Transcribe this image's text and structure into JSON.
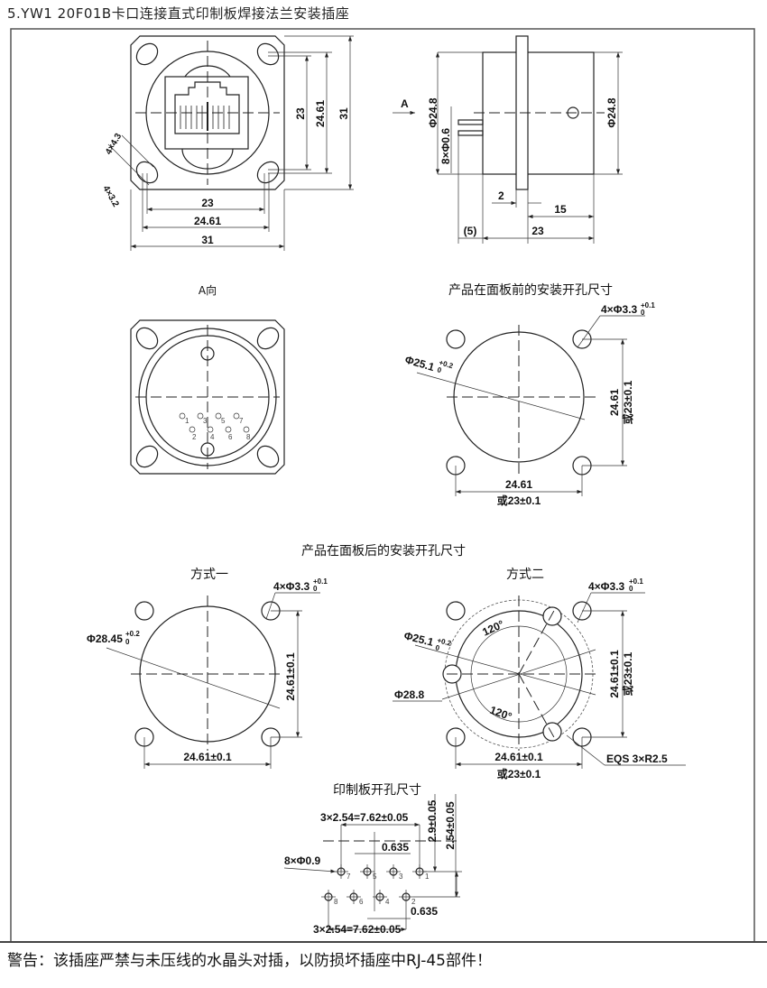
{
  "title": "5.YW1 20F01B卡口连接直式印制板焊接法兰安装插座",
  "warning": "警告：该插座严禁与未压线的水晶头对插，以防损坏插座中RJ-45部件！",
  "front_view": {
    "dim_v_inner": "23",
    "dim_v_mid": "24.61",
    "dim_v_outer": "31",
    "dim_h_inner": "23",
    "dim_h_mid": "24.61",
    "dim_h_outer": "31",
    "slot_spec_1": "4×4.3",
    "slot_spec_2": "4×3.2"
  },
  "side_view": {
    "arrow_label": "A",
    "dia_left": "Φ24.8",
    "pin_spec": "8×Φ0.6",
    "dia_right": "Φ24.8",
    "flange": "2",
    "front_len": "15",
    "body_len": "23",
    "pin_len": "(5)"
  },
  "a_view": {
    "label": "A向",
    "pins": [
      "1",
      "2",
      "3",
      "4",
      "5",
      "6",
      "7",
      "8"
    ]
  },
  "front_cutout": {
    "title": "产品在面板前的安装开孔尺寸",
    "hole_spec": "4×Φ3.3",
    "hole_tol_upper": "+0.1",
    "hole_tol_lower": "0",
    "dia": "Φ25.1",
    "dia_tol_upper": "+0.2",
    "dia_tol_lower": "0",
    "dim_v": "24.61",
    "dim_v_alt": "或23±0.1",
    "dim_h": "24.61",
    "dim_h_alt": "或23±0.1"
  },
  "rear_cutout": {
    "title": "产品在面板后的安装开孔尺寸",
    "method1": {
      "label": "方式一",
      "hole_spec": "4×Φ3.3",
      "hole_tol_upper": "+0.1",
      "hole_tol_lower": "0",
      "dia": "Φ28.45",
      "dia_tol_upper": "+0.2",
      "dia_tol_lower": "0",
      "dim_v": "24.61±0.1",
      "dim_h": "24.61±0.1"
    },
    "method2": {
      "label": "方式二",
      "hole_spec": "4×Φ3.3",
      "hole_tol_upper": "+0.1",
      "hole_tol_lower": "0",
      "dia": "Φ25.1",
      "dia_tol_upper": "+0.2",
      "dia_tol_lower": "0",
      "outer_dia": "Φ28.8",
      "angle_1": "120°",
      "angle_2": "120°",
      "notch": "EQS 3×R2.5",
      "dim_v": "24.61±0.1",
      "dim_v_alt": "或23±0.1",
      "dim_h": "24.61±0.1",
      "dim_h_alt": "或23±0.1"
    }
  },
  "pcb": {
    "title": "印制板开孔尺寸",
    "top_pitch": "3×2.54=7.62±0.05",
    "bottom_pitch": "3×2.54=7.62±0.05",
    "hole_spec": "8×Φ0.9",
    "offset_top": "0.635",
    "offset_bottom": "0.635",
    "dim_edge": "2.9±0.05",
    "dim_row": "2.54±0.05",
    "pins": [
      "1",
      "2",
      "3",
      "4",
      "5",
      "6",
      "7",
      "8"
    ]
  }
}
